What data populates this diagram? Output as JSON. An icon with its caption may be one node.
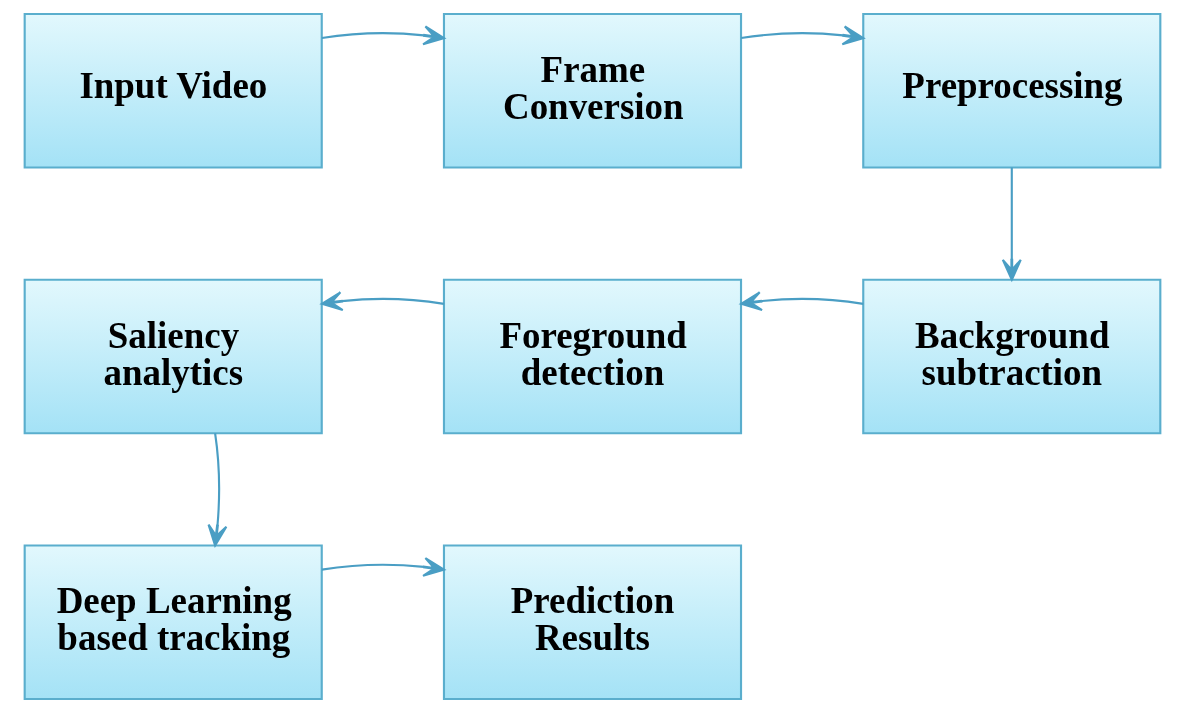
{
  "diagram": {
    "nodes": [
      {
        "text": [
          "Input Video"
        ]
      },
      {
        "text": [
          "Frame Conversion"
        ]
      },
      {
        "text": [
          "Preprocessing"
        ]
      },
      {
        "text": [
          "Saliency analytics"
        ]
      },
      {
        "text": [
          "Foreground detection"
        ]
      },
      {
        "text": [
          "Background subtraction"
        ]
      },
      {
        "text": [
          "Deep Learning based tracking"
        ]
      },
      {
        "text": [
          "Prediction Results"
        ]
      }
    ],
    "edges": [
      {
        "from": 0,
        "to": 1,
        "arrow": "to"
      },
      {
        "from": 1,
        "to": 2,
        "arrow": "to"
      },
      {
        "from": 2,
        "to": 5,
        "arrow": "to"
      },
      {
        "from": 5,
        "to": 4,
        "arrow": "to"
      },
      {
        "from": 4,
        "to": 3,
        "arrow": "to"
      },
      {
        "from": 3,
        "to": 6,
        "arrow": "to"
      },
      {
        "from": 6,
        "to": 7,
        "arrow": "to"
      }
    ]
  }
}
